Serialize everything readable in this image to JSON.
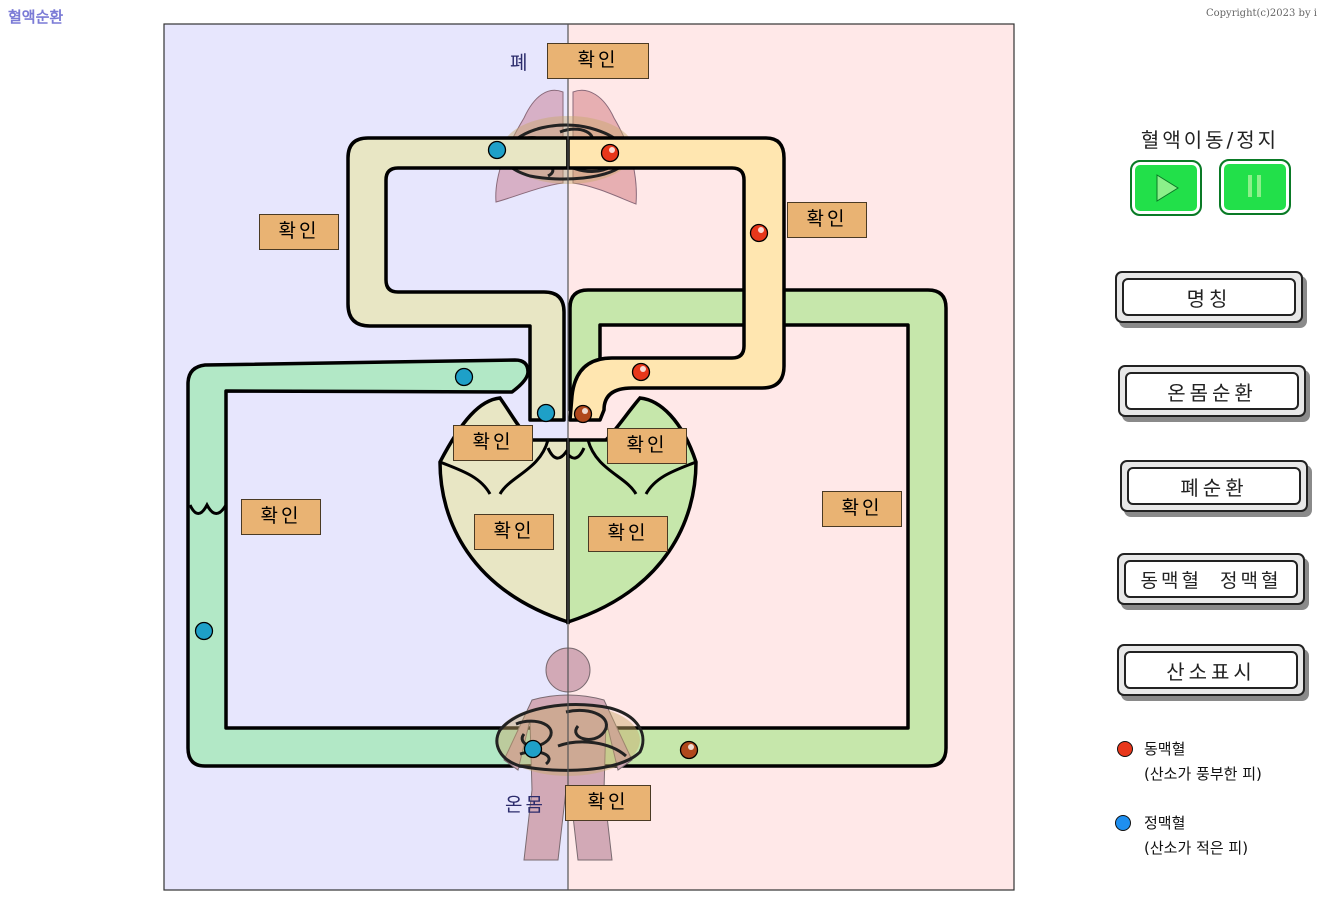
{
  "app": {
    "title": "혈액순환",
    "copyright": "Copyright(c)2023 by i"
  },
  "diagram": {
    "lung_label": "폐",
    "body_label": "온몸",
    "confirm_label": "확인",
    "colors": {
      "left_bg": "#e7e6fd",
      "right_bg": "#ffe8e8",
      "vein_tan": "#e8e6c4",
      "artery_orange": "#ffe6b0",
      "mint": "#b2e8c6",
      "green": "#c6e7ab",
      "confirm_bg": "#e9b373",
      "venous_dot": "#1ea0c8",
      "arterial_dot": "#e8371b"
    }
  },
  "controls": {
    "flow_title": "혈액이동/정지",
    "play_icon": "play-icon",
    "pause_icon": "pause-icon"
  },
  "buttons": {
    "name": "명칭",
    "systemic": "온몸순환",
    "pulmonary": "폐순환",
    "artery_vein": "동맥혈  정맥혈",
    "oxygen": "산소표시"
  },
  "legend": {
    "arterial": "동맥혈",
    "arterial_desc": "(산소가 풍부한 피)",
    "venous": "정맥혈",
    "venous_desc": "(산소가 적은 피)"
  }
}
